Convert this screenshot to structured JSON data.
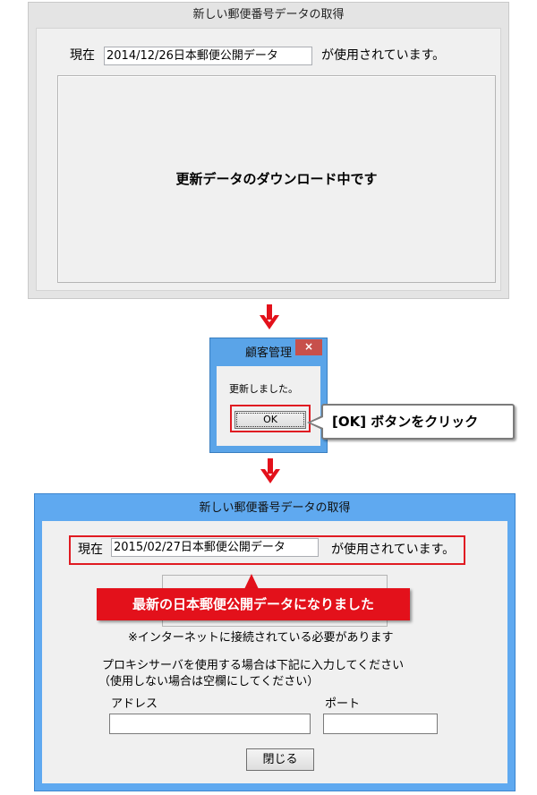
{
  "step1": {
    "title": "新しい郵便番号データの取得",
    "current_label": "現在",
    "current_value": "2014/12/26日本郵便公開データ",
    "in_use_text": "が使用されています。",
    "status_text": "更新データのダウンロード中です"
  },
  "step2": {
    "dialog_title": "顧客管理",
    "close_glyph": "×",
    "message": "更新しました。",
    "ok_label": "OK",
    "callout": "[OK] ボタンをクリック"
  },
  "step3": {
    "title": "新しい郵便番号データの取得",
    "current_label": "現在",
    "current_value": "2015/02/27日本郵便公開データ",
    "in_use_text": "が使用されています。",
    "banner": "最新の日本郵便公開データになりました",
    "internet_note": "※インターネットに接続されている必要があります",
    "proxy_line1": "プロキシサーバを使用する場合は下記に入力してください",
    "proxy_line2": "（使用しない場合は空欄にしてください）",
    "address_label": "アドレス",
    "port_label": "ポート",
    "address_value": "",
    "port_value": "",
    "close_label": "閉じる"
  },
  "colors": {
    "highlight_red": "#e01b22",
    "active_title_blue": "#5fa9f0",
    "arrow_red": "#e3111b"
  }
}
